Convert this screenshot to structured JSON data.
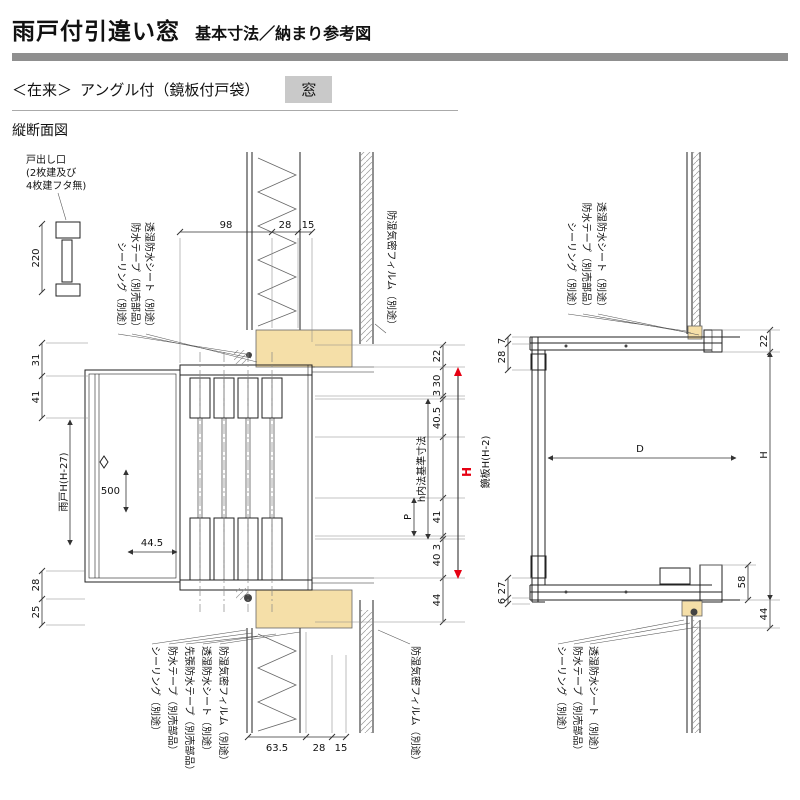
{
  "header": {
    "title": "雨戸付引違い窓",
    "subtitle": "基本寸法／納まり参考図",
    "spec_prefix": "＜在来＞",
    "spec_name": "アングル付（鏡板付戸袋）",
    "badge": "窓",
    "section_type": "縦断面図"
  },
  "colors": {
    "wood": "#f5dfa8",
    "red": "#e60012",
    "bar_css": "background:#8f8f8f",
    "badge_css": "background:#c9c9c9"
  },
  "left": {
    "note_door": [
      "戸出し口",
      "(2枚建及び",
      "4枚建フタ無)"
    ],
    "dim_220": "220",
    "labels_top": [
      "シーリング（別途）",
      "防水テープ（別売部品）",
      "透湿防水シート（別途）"
    ],
    "label_top_right": "防湿気密フィルム（別途）",
    "dims_top": [
      "98",
      "28",
      "15"
    ],
    "dim_31": "31",
    "dim_41": "41",
    "dim_28": "28",
    "dim_25": "25",
    "label_amado": "雨戸H(H-27)",
    "dim_500": "500",
    "dim_445": "44.5",
    "chain_right": [
      "22",
      "30",
      "3",
      "40.5",
      "41",
      "3",
      "40",
      "44"
    ],
    "dim_H": "H",
    "label_h_base": "h内法基準寸法",
    "dim_P": "P",
    "dims_bottom": [
      "63.5",
      "28",
      "15"
    ],
    "labels_bottom": [
      "シーリング（別途）",
      "防水テープ（別売部品）",
      "先張防水テープ（別売部品）",
      "透湿防水シート（別途）",
      "防湿気密フィルム（別途）"
    ],
    "label_bottom_right": "防湿気密フィルム（別途）"
  },
  "right": {
    "labels_top": [
      "シーリング（別途）",
      "防水テープ（別売部品）",
      "透湿防水シート（別途）"
    ],
    "dim_22": "22",
    "dim_7": "7",
    "dim_28": "28",
    "dim_D": "D",
    "dim_H": "H",
    "label_kagami": "鏡板H(H-2)",
    "dim_27": "27",
    "dim_6": "6",
    "dim_58": "58",
    "dim_44": "44",
    "labels_bottom": [
      "シーリング（別途）",
      "防水テープ（別売部品）",
      "透湿防水シート（別途）"
    ]
  }
}
